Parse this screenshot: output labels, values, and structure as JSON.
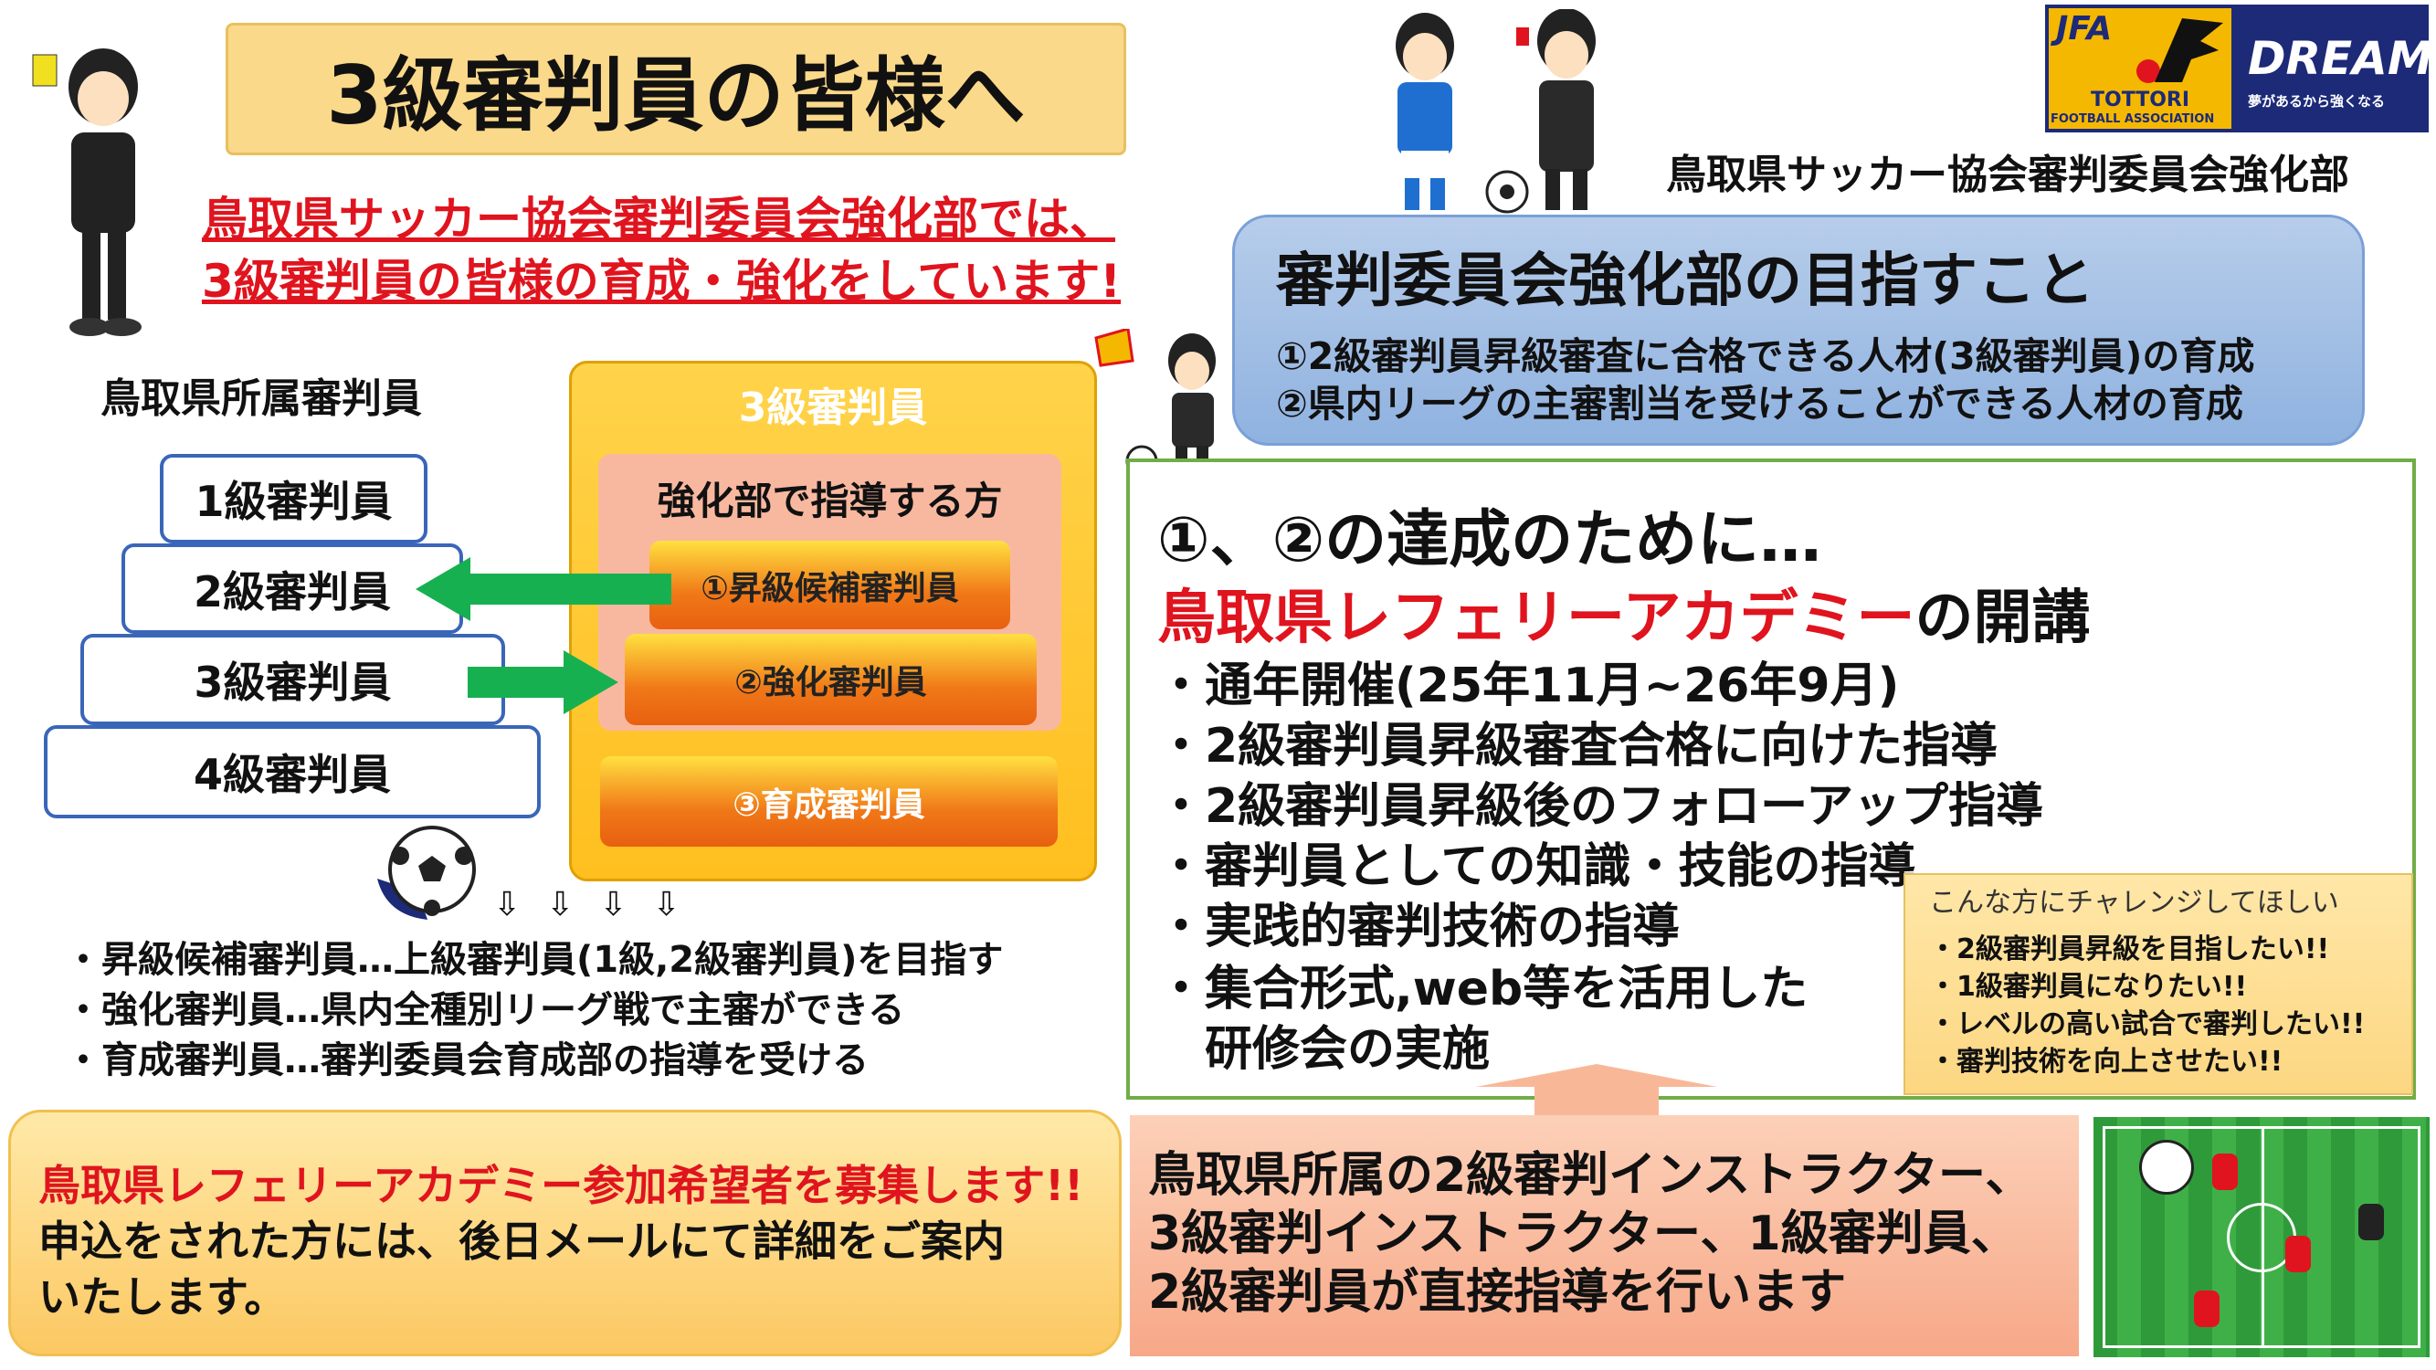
{
  "title": "3級審判員の皆様へ",
  "intro": [
    "鳥取県サッカー協会審判委員会強化部では、",
    "3級審判員の皆様の育成・強化をしています!"
  ],
  "left": {
    "heading": "鳥取県所属審判員",
    "levels": [
      "1級審判員",
      "2級審判員",
      "3級審判員",
      "4級審判員"
    ],
    "third_grade_box": {
      "title": "3級審判員",
      "subtitle": "強化部で指導する方",
      "items": [
        "①昇級候補審判員",
        "②強化審判員",
        "③育成審判員"
      ]
    },
    "descriptions": [
      "・昇級候補審判員…上級審判員(1級,2級審判員)を目指す",
      "・強化審判員…県内全種別リーグ戦で主審ができる",
      "・育成審判員…審判委員会育成部の指導を受ける"
    ],
    "recruit": {
      "headline": "鳥取県レフェリーアカデミー参加希望者を募集します!!",
      "body": [
        "申込をされた方には、後日メールにて詳細をご案内",
        "いたします。"
      ]
    }
  },
  "logo": {
    "jfa": "JFA",
    "tottori": "TOTTORI",
    "association": "FOOTBALL ASSOCIATION",
    "dream": "DREAM",
    "tagline": "夢があるから強くなる"
  },
  "organization": "鳥取県サッカー協会審判委員会強化部",
  "goals": {
    "title": "審判委員会強化部の目指すこと",
    "items": [
      "①2級審判員昇級審査に合格できる人材(3級審判員)の育成",
      "②県内リーグの主審割当を受けることができる人材の育成"
    ]
  },
  "academy": {
    "lead": "①、②の達成のために…",
    "name": "鳥取県レフェリーアカデミー",
    "name_suffix": "の開講",
    "items": [
      "・通年開催(25年11月~26年9月)",
      "・2級審判員昇級審査合格に向けた指導",
      "・2級審判員昇級後のフォローアップ指導",
      "・審判員としての知識・技能の指導",
      "・実践的審判技術の指導",
      "・集合形式,web等を活用した",
      "　研修会の実施"
    ]
  },
  "challenge": {
    "title": "こんな方にチャレンジしてほしい",
    "items": [
      "・2級審判員昇級を目指したい!!",
      "・1級審判員になりたい!!",
      "・レベルの高い試合で審判したい!!",
      "・審判技術を向上させたい!!"
    ]
  },
  "instructors": [
    "鳥取県所属の2級審判インストラクター、",
    "3級審判インストラクター、1級審判員、",
    "2級審判員が直接指導を行います"
  ],
  "colors": {
    "red": "#e0141e",
    "green_arrow": "#17b050",
    "navy": "#1c2a78",
    "jfa_yellow": "#f5b800"
  }
}
